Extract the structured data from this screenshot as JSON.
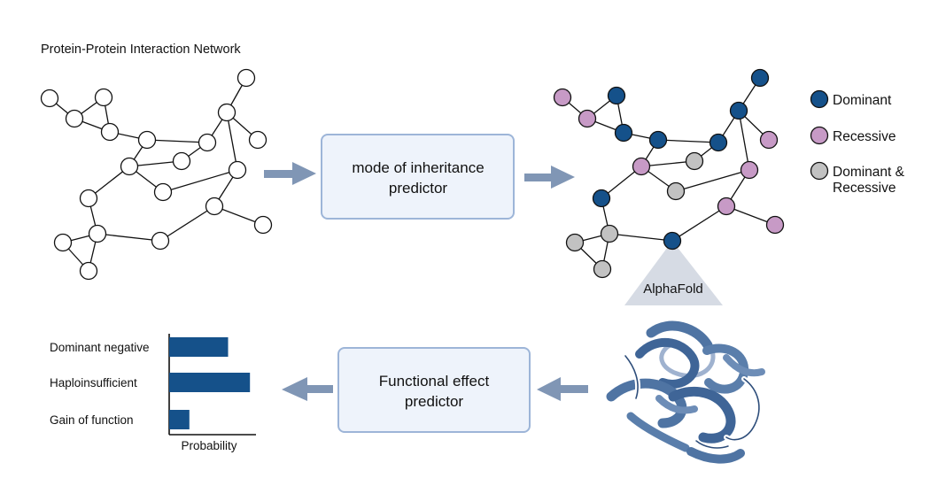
{
  "network": {
    "title": "Protein-Protein Interaction Network"
  },
  "moi_predictor": {
    "line1": "mode of inheritance",
    "line2": "predictor"
  },
  "legend": {
    "items": [
      {
        "label": "Dominant",
        "color": "#15518a"
      },
      {
        "label": "Recessive",
        "color": "#c79ac6"
      },
      {
        "label": "Dominant &",
        "label2": "Recessive",
        "color": "#c2c2c2"
      }
    ]
  },
  "alphafold": {
    "label": "AlphaFold"
  },
  "effect_predictor": {
    "line1": "Functional effect",
    "line2": "predictor"
  },
  "chart_data": {
    "type": "bar",
    "orientation": "horizontal",
    "categories": [
      "Dominant negative",
      "Haploinsufficient",
      "Gain of function"
    ],
    "values": [
      0.35,
      0.48,
      0.12
    ],
    "xlabel": "Probability",
    "ylabel": "",
    "xlim": [
      0,
      1
    ],
    "bar_color": "#15518a",
    "tick_labels_shown": false
  },
  "colors": {
    "arrow": "#8096b5",
    "box_fill": "#eef3fb",
    "box_border": "#9db5d8",
    "triangle": "#d6dbe4",
    "protein": "#4f74a3"
  }
}
